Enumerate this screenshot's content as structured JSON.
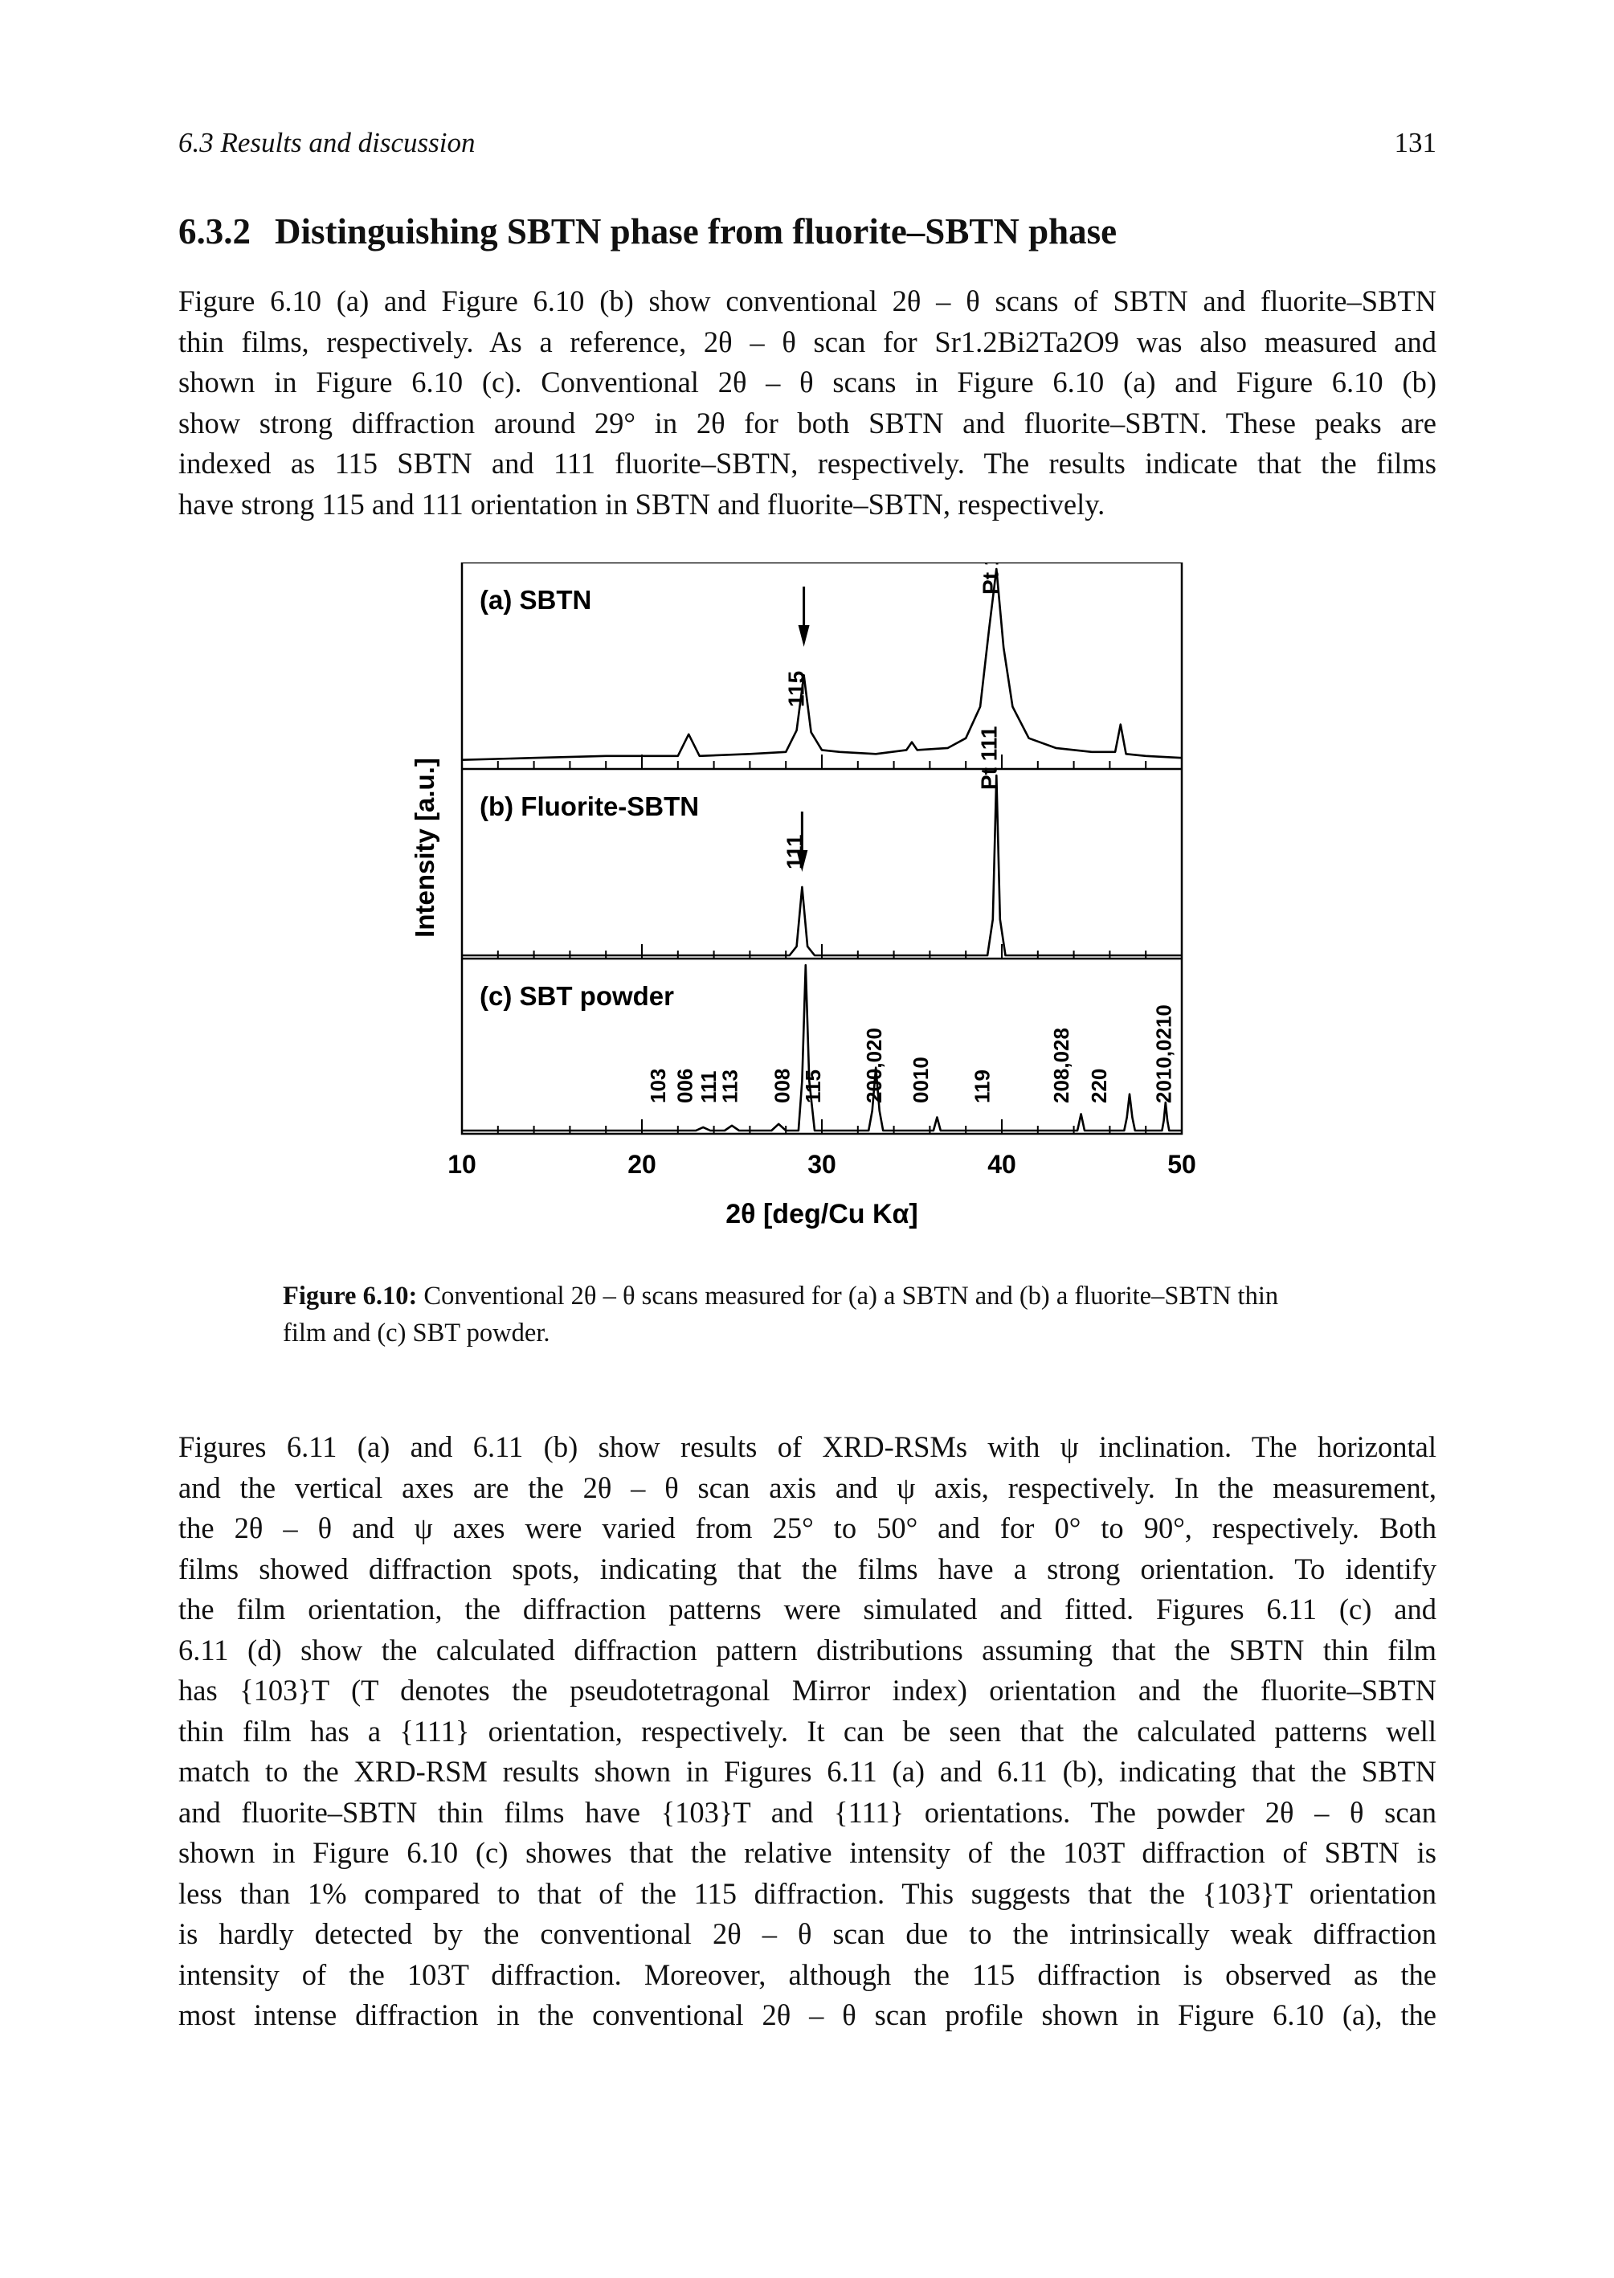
{
  "running_head": {
    "section": "6.3  Results and discussion",
    "page_number": "131"
  },
  "section_heading": {
    "number": "6.3.2",
    "title": "Distinguishing SBTN phase from fluorite–SBTN phase"
  },
  "paragraph1": [
    "Figure 6.10 (a) and Figure 6.10 (b) show conventional 2θ – θ scans of SBTN and fluorite–SBTN",
    "thin films, respectively. As a reference, 2θ – θ scan for Sr1.2Bi2Ta2O9 was also measured and",
    "shown in Figure 6.10 (c). Conventional 2θ – θ scans in Figure 6.10 (a) and Figure 6.10 (b)",
    "show strong diffraction around 29° in 2θ for both SBTN and fluorite–SBTN. These peaks are",
    "indexed as 115 SBTN and 111 fluorite–SBTN, respectively. The results indicate that the films",
    "have strong 115 and 111 orientation in SBTN and fluorite–SBTN, respectively."
  ],
  "caption": {
    "label": "Figure 6.10:",
    "lines": [
      "Conventional 2θ – θ scans measured for (a) a SBTN and (b) a fluorite–SBTN thin",
      "film and (c) SBT powder."
    ]
  },
  "paragraph2": [
    "Figures 6.11 (a) and 6.11 (b) show results of XRD-RSMs with ψ inclination. The horizontal",
    "and the vertical axes are the 2θ – θ scan axis and ψ axis, respectively. In the measurement,",
    "the 2θ – θ and ψ axes were varied from 25° to 50° and for 0° to 90°, respectively. Both",
    "films showed diffraction spots, indicating that the films have a strong orientation. To identify",
    "the film orientation, the diffraction patterns were simulated and fitted. Figures 6.11 (c) and",
    "6.11 (d) show the calculated diffraction pattern distributions assuming that the SBTN thin film",
    "has {103}T (T denotes the pseudotetragonal Mirror index) orientation and the fluorite–SBTN",
    "thin film has a {111} orientation, respectively. It can be seen that the calculated patterns well",
    "match to the XRD-RSM results shown in Figures 6.11 (a) and 6.11 (b), indicating that the SBTN",
    "and fluorite–SBTN thin films have {103}T and {111} orientations. The powder 2θ – θ scan",
    "shown in Figure 6.10 (c) showes that the relative intensity of the 103T diffraction of SBTN is",
    "less than 1% compared to that of the 115 diffraction. This suggests that the {103}T orientation",
    "is hardly detected by the conventional 2θ – θ scan due to the intrinsically weak diffraction",
    "intensity of the 103T diffraction. Moreover, although the 115 diffraction is observed as the",
    "most intense diffraction in the conventional 2θ – θ scan profile shown in Figure 6.10 (a), the"
  ],
  "chart_data": {
    "type": "line",
    "xlabel": "2θ [deg/Cu Kα]",
    "ylabel": "Intensity [a.u.]",
    "xlim": [
      10,
      50
    ],
    "x_ticks": [
      "10",
      "20",
      "30",
      "40",
      "50"
    ],
    "panels": [
      {
        "label": "(a) SBTN",
        "points": [
          [
            10,
            0.03
          ],
          [
            14,
            0.04
          ],
          [
            18,
            0.05
          ],
          [
            22,
            0.05
          ],
          [
            22.6,
            0.16
          ],
          [
            23.2,
            0.05
          ],
          [
            26,
            0.06
          ],
          [
            28,
            0.07
          ],
          [
            28.6,
            0.18
          ],
          [
            29.0,
            0.46
          ],
          [
            29.4,
            0.17
          ],
          [
            30,
            0.08
          ],
          [
            31,
            0.07
          ],
          [
            33,
            0.06
          ],
          [
            34.7,
            0.08
          ],
          [
            35.0,
            0.12
          ],
          [
            35.3,
            0.08
          ],
          [
            37,
            0.09
          ],
          [
            38,
            0.14
          ],
          [
            38.8,
            0.3
          ],
          [
            39.3,
            0.7
          ],
          [
            39.7,
            1.0
          ],
          [
            40.1,
            0.6
          ],
          [
            40.6,
            0.3
          ],
          [
            41.5,
            0.14
          ],
          [
            43,
            0.09
          ],
          [
            45,
            0.07
          ],
          [
            46.3,
            0.07
          ],
          [
            46.6,
            0.21
          ],
          [
            46.9,
            0.06
          ],
          [
            48,
            0.05
          ],
          [
            50,
            0.04
          ]
        ],
        "annotations": [
          {
            "text": "115",
            "x": 29.0
          },
          {
            "text": "Pt 111",
            "x": 39.8
          }
        ]
      },
      {
        "label": "(b) Fluorite-SBTN",
        "points": [
          [
            10,
            0.0
          ],
          [
            28.2,
            0.0
          ],
          [
            28.6,
            0.05
          ],
          [
            28.9,
            0.38
          ],
          [
            29.2,
            0.05
          ],
          [
            29.6,
            0.0
          ],
          [
            39.2,
            0.0
          ],
          [
            39.5,
            0.2
          ],
          [
            39.7,
            1.0
          ],
          [
            39.9,
            0.2
          ],
          [
            40.2,
            0.0
          ],
          [
            50,
            0.0
          ]
        ],
        "annotations": [
          {
            "text": "111",
            "x": 28.9
          },
          {
            "text": "Pt 111",
            "x": 39.7
          }
        ]
      },
      {
        "label": "(c) SBT powder",
        "points": [
          [
            10,
            0.0
          ],
          [
            23.0,
            0.0
          ],
          [
            23.4,
            0.02
          ],
          [
            23.8,
            0.0
          ],
          [
            24.6,
            0.0
          ],
          [
            25.0,
            0.03
          ],
          [
            25.4,
            0.0
          ],
          [
            27.2,
            0.0
          ],
          [
            27.6,
            0.04
          ],
          [
            28.0,
            0.0
          ],
          [
            28.7,
            0.0
          ],
          [
            28.9,
            0.3
          ],
          [
            29.1,
            1.0
          ],
          [
            29.3,
            0.3
          ],
          [
            29.6,
            0.0
          ],
          [
            32.6,
            0.0
          ],
          [
            32.8,
            0.12
          ],
          [
            33.0,
            0.38
          ],
          [
            33.2,
            0.12
          ],
          [
            33.4,
            0.0
          ],
          [
            36.2,
            0.0
          ],
          [
            36.4,
            0.08
          ],
          [
            36.6,
            0.0
          ],
          [
            44.2,
            0.0
          ],
          [
            44.4,
            0.1
          ],
          [
            44.6,
            0.0
          ],
          [
            46.8,
            0.0
          ],
          [
            46.95,
            0.08
          ],
          [
            47.1,
            0.22
          ],
          [
            47.25,
            0.08
          ],
          [
            47.4,
            0.0
          ],
          [
            48.9,
            0.0
          ],
          [
            49.0,
            0.06
          ],
          [
            49.1,
            0.17
          ],
          [
            49.2,
            0.06
          ],
          [
            49.3,
            0.0
          ],
          [
            50,
            0.0
          ]
        ],
        "annotations": [
          {
            "text": "103",
            "x": 21.3
          },
          {
            "text": "006",
            "x": 22.8
          },
          {
            "text": "111",
            "x": 24.1
          },
          {
            "text": "113",
            "x": 25.3
          },
          {
            "text": "008",
            "x": 28.2
          },
          {
            "text": "115",
            "x": 29.9
          },
          {
            "text": "200,020",
            "x": 33.3
          },
          {
            "text": "0010",
            "x": 35.9
          },
          {
            "text": "119",
            "x": 39.3
          },
          {
            "text": "208,028",
            "x": 43.7
          },
          {
            "text": "220",
            "x": 45.8
          },
          {
            "text": "2010,0210",
            "x": 49.4
          }
        ]
      }
    ]
  }
}
